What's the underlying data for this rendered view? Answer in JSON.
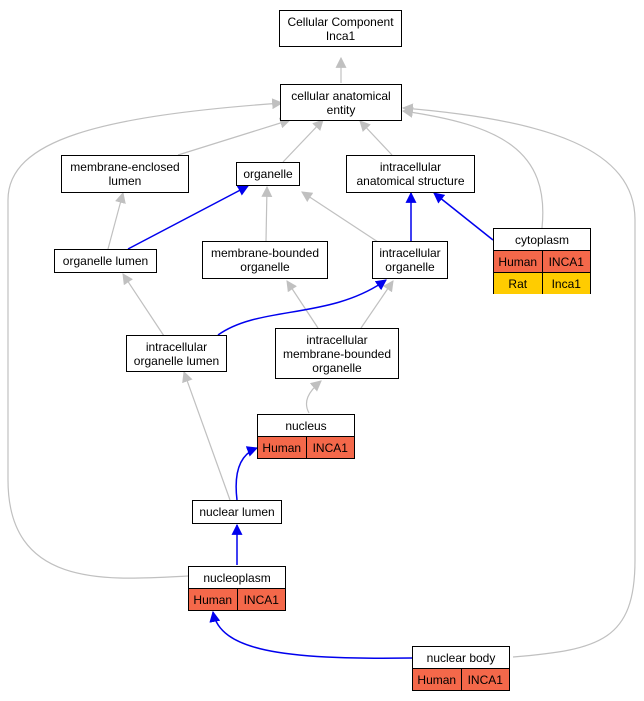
{
  "colors": {
    "edge_gray": "#c0c0c0",
    "edge_blue": "#0000ee",
    "human": "#f4684a",
    "rat": "#ffcc00"
  },
  "nodes": {
    "cc": "Cellular Component\nInca1",
    "cae": "cellular anatomical\nentity",
    "mel": "membrane-enclosed\nlumen",
    "org": "organelle",
    "ias": "intracellular\nanatomical structure",
    "ol": "organelle lumen",
    "mbo": "membrane-bounded\norganelle",
    "io": "intracellular\norganelle",
    "iol": "intracellular\norganelle lumen",
    "imbo": "intracellular\nmembrane-bounded\norganelle",
    "nl": "nuclear lumen"
  },
  "gene_nodes": {
    "cytoplasm": {
      "title": "cytoplasm",
      "rows": [
        {
          "species": "Human",
          "gene": "INCA1"
        },
        {
          "species": "Rat",
          "gene": "Inca1"
        }
      ]
    },
    "nucleus": {
      "title": "nucleus",
      "rows": [
        {
          "species": "Human",
          "gene": "INCA1"
        }
      ]
    },
    "nucleoplasm": {
      "title": "nucleoplasm",
      "rows": [
        {
          "species": "Human",
          "gene": "INCA1"
        }
      ]
    },
    "nuclear_body": {
      "title": "nuclear body",
      "rows": [
        {
          "species": "Human",
          "gene": "INCA1"
        }
      ]
    }
  }
}
